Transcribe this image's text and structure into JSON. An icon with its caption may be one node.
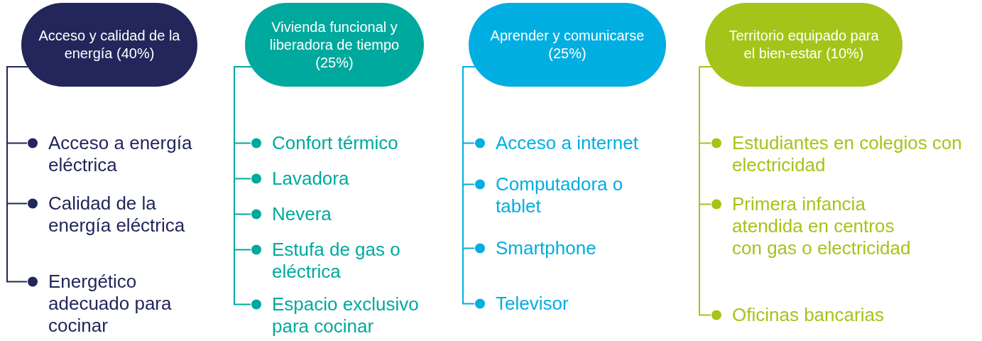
{
  "diagram": {
    "nodes": [
      {
        "text": [
          "Acceso y calidad de la energía (40%)"
        ]
      },
      {
        "text": [
          "Acceso a energía eléctrica"
        ]
      },
      {
        "text": [
          "Calidad de la energía eléctrica"
        ]
      },
      {
        "text": [
          "Energético adecuado para cocinar"
        ]
      },
      {
        "text": [
          "Vivienda funcional y liberadora de tiempo (25%)"
        ]
      },
      {
        "text": [
          "Confort térmico"
        ]
      },
      {
        "text": [
          "Lavadora"
        ]
      },
      {
        "text": [
          "Nevera"
        ]
      },
      {
        "text": [
          "Estufa de gas o eléctrica"
        ]
      },
      {
        "text": [
          "Espacio exclusivo para cocinar"
        ]
      },
      {
        "text": [
          "Aprender y comunicarse (25%)"
        ]
      },
      {
        "text": [
          "Acceso a internet"
        ]
      },
      {
        "text": [
          "Computadora o tablet"
        ]
      },
      {
        "text": [
          "Smartphone"
        ]
      },
      {
        "text": [
          "Televisor"
        ]
      },
      {
        "text": [
          "Territorio equipado para el bien-estar (10%)"
        ]
      },
      {
        "text": [
          "Estudiantes en colegios con electricidad"
        ]
      },
      {
        "text": [
          "Primera infancia atendida en centros con gas o electricidad"
        ]
      },
      {
        "text": [
          "Oficinas bancarias"
        ]
      }
    ],
    "edges": [
      {
        "from": 0,
        "to": 1,
        "arrow": "other",
        "color": "#22265a"
      },
      {
        "from": 0,
        "to": 2,
        "arrow": "other",
        "color": "#22265a"
      },
      {
        "from": 0,
        "to": 3,
        "arrow": "other",
        "color": "#22265a"
      },
      {
        "from": 4,
        "to": 5,
        "arrow": "other",
        "color": "#00a99d"
      },
      {
        "from": 4,
        "to": 6,
        "arrow": "other",
        "color": "#00a99d"
      },
      {
        "from": 4,
        "to": 7,
        "arrow": "other",
        "color": "#00a99d"
      },
      {
        "from": 4,
        "to": 8,
        "arrow": "other",
        "color": "#00a99d"
      },
      {
        "from": 4,
        "to": 9,
        "arrow": "other",
        "color": "#00a99d"
      },
      {
        "from": 10,
        "to": 11,
        "arrow": "other",
        "color": "#00aee2"
      },
      {
        "from": 10,
        "to": 12,
        "arrow": "other",
        "color": "#00aee2"
      },
      {
        "from": 10,
        "to": 13,
        "arrow": "other",
        "color": "#00aee2"
      },
      {
        "from": 10,
        "to": 14,
        "arrow": "other",
        "color": "#00aee2"
      },
      {
        "from": 15,
        "to": 16,
        "arrow": "other",
        "color": "#a5c41a"
      },
      {
        "from": 15,
        "to": 17,
        "arrow": "other",
        "color": "#a5c41a"
      },
      {
        "from": 15,
        "to": 18,
        "arrow": "other",
        "color": "#a5c41a"
      }
    ]
  }
}
